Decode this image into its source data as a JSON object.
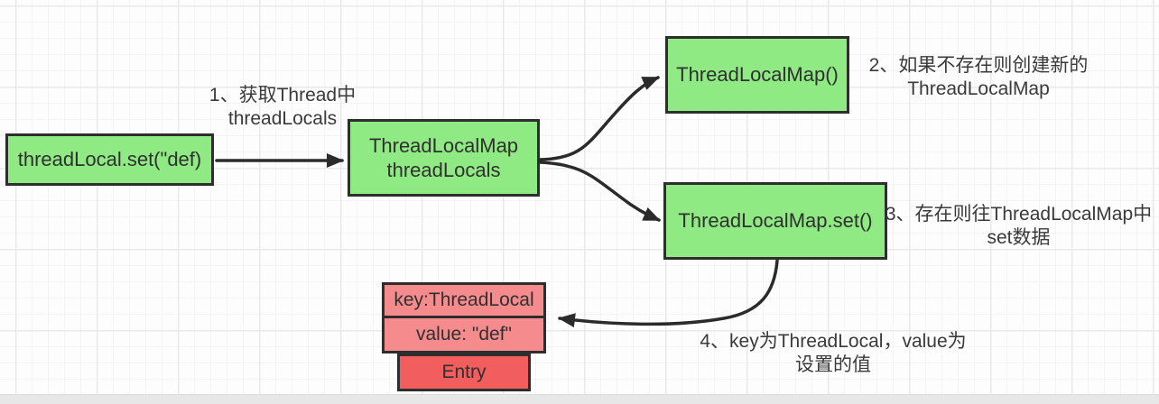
{
  "diagram": {
    "boxes": {
      "thread_local_set": {
        "label": "threadLocal.set(\"def)"
      },
      "thread_locals": {
        "line1": "ThreadLocalMap",
        "line2": "threadLocals"
      },
      "thread_local_map_new": {
        "label": "ThreadLocalMap()"
      },
      "thread_local_map_set": {
        "label": "ThreadLocalMap.set()"
      },
      "entry": {
        "key_label": "key:ThreadLocal",
        "value_label": "value: \"def\"",
        "entry_label": "Entry"
      }
    },
    "notes": {
      "note1": {
        "line1": "1、获取Thread中",
        "line2": "threadLocals"
      },
      "note2": {
        "line1": "2、如果不存在则创建新的",
        "line2": "ThreadLocalMap"
      },
      "note3": {
        "line1": "3、存在则往ThreadLocalMap中",
        "line2": "set数据"
      },
      "note4": {
        "line1": "4、key为ThreadLocal，value为",
        "line2": "设置的值"
      }
    },
    "colors": {
      "box_green": "#8FEA83",
      "box_pink": "#F68B8D",
      "box_red": "#F25E5E",
      "border": "#2e2e2e",
      "arrow": "#2b2b2b"
    }
  }
}
